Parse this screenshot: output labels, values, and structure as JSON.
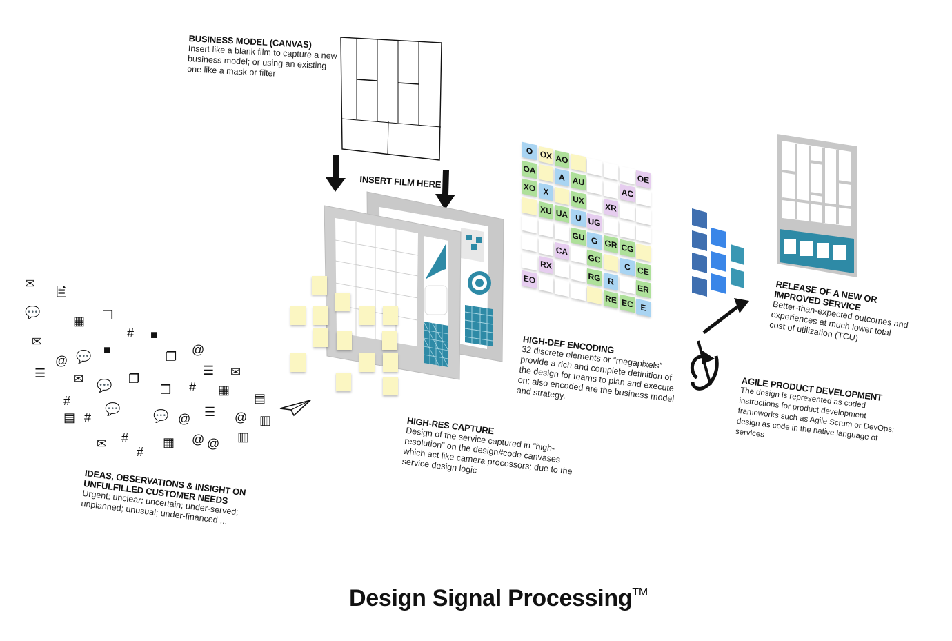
{
  "title": "Design Signal Processing",
  "title_mark": "TM",
  "captions": {
    "canvas": {
      "heading": "BUSINESS MODEL (CANVAS)",
      "lines": [
        "Insert like a blank film to capture a new",
        "business model; or using an existing",
        "one like a mask or filter"
      ]
    },
    "insert_film": "INSERT FILM HERE",
    "ideas": {
      "heading_lines": [
        "IDEAS, OBSERVATIONS & INSIGHT ON",
        "UNFULFILLED CUSTOMER NEEDS"
      ],
      "lines": [
        "Urgent; unclear; uncertain; under-served;",
        "unplanned; unusual; under-financed ..."
      ]
    },
    "capture": {
      "heading": "HIGH-RES CAPTURE",
      "lines": [
        "Design of the service captured in “high-",
        "resolution” on the design#code canvases",
        "which act like camera processors; due to the",
        "service design logic"
      ]
    },
    "encoding": {
      "heading": "HIGH-DEF ENCODING",
      "lines": [
        "32 discrete elements or “megapixels”",
        "provide a rich and complete definition of",
        "the design for teams to plan and execute",
        "on; also encoded are the business model",
        "and strategy."
      ]
    },
    "agile": {
      "heading": "AGILE PRODUCT DEVELOPMENT",
      "lines": [
        "The design is represented as coded",
        "instructions for product development",
        "frameworks such as Agile Scrum or DevOps;",
        "design as code in the native language of",
        "services"
      ]
    },
    "release": {
      "heading_lines": [
        "RELEASE OF A NEW OR",
        "IMPROVED SERVICE"
      ],
      "lines": [
        "Better-than-expected outcomes and",
        "experiences at much lower total",
        "cost of utilization (TCU)"
      ]
    }
  },
  "colors": {
    "blue": "#a9d4f2",
    "green": "#aee09a",
    "purple": "#e6cdef",
    "yellow": "#fbf6c2",
    "white": "#ffffff",
    "teal": "#2e8aa6",
    "block_blue": "#3f6fb0",
    "block_bright": "#3a86e8",
    "block_teal": "#3a97b3",
    "gray_film": "#cfcfcf"
  },
  "encoding_grid": [
    [
      [
        "O",
        "blue"
      ],
      [
        "OX",
        "yellow"
      ],
      [
        "AO",
        "green"
      ],
      [
        "",
        "yellow"
      ],
      [
        "",
        "white"
      ],
      [
        "",
        "white"
      ],
      [
        "",
        "white"
      ],
      [
        "OE",
        "purple"
      ]
    ],
    [
      [
        "OA",
        "green"
      ],
      [
        "",
        "yellow"
      ],
      [
        "A",
        "blue"
      ],
      [
        "AU",
        "green"
      ],
      [
        "",
        "white"
      ],
      [
        "",
        "white"
      ],
      [
        "AC",
        "purple"
      ],
      [
        "",
        "white"
      ]
    ],
    [
      [
        "XO",
        "green"
      ],
      [
        "X",
        "blue"
      ],
      [
        "",
        "yellow"
      ],
      [
        "UX",
        "green"
      ],
      [
        "",
        "white"
      ],
      [
        "XR",
        "purple"
      ],
      [
        "",
        "white"
      ],
      [
        "",
        "white"
      ]
    ],
    [
      [
        "",
        "yellow"
      ],
      [
        "XU",
        "green"
      ],
      [
        "UA",
        "green"
      ],
      [
        "U",
        "blue"
      ],
      [
        "UG",
        "purple"
      ],
      [
        "",
        "white"
      ],
      [
        "",
        "white"
      ],
      [
        "",
        "white"
      ]
    ],
    [
      [
        "",
        "white"
      ],
      [
        "",
        "white"
      ],
      [
        "",
        "white"
      ],
      [
        "GU",
        "green"
      ],
      [
        "G",
        "blue"
      ],
      [
        "GR",
        "green"
      ],
      [
        "CG",
        "green"
      ],
      [
        "",
        "yellow"
      ]
    ],
    [
      [
        "",
        "white"
      ],
      [
        "",
        "white"
      ],
      [
        "CA",
        "purple"
      ],
      [
        "",
        "white"
      ],
      [
        "GC",
        "green"
      ],
      [
        "",
        "yellow"
      ],
      [
        "C",
        "blue"
      ],
      [
        "CE",
        "green"
      ]
    ],
    [
      [
        "",
        "white"
      ],
      [
        "RX",
        "purple"
      ],
      [
        "",
        "white"
      ],
      [
        "",
        "white"
      ],
      [
        "RG",
        "green"
      ],
      [
        "R",
        "blue"
      ],
      [
        "",
        "white"
      ],
      [
        "ER",
        "green"
      ]
    ],
    [
      [
        "EO",
        "purple"
      ],
      [
        "",
        "white"
      ],
      [
        "",
        "white"
      ],
      [
        "",
        "white"
      ],
      [
        "",
        "yellow"
      ],
      [
        "RE",
        "green"
      ],
      [
        "EC",
        "green"
      ],
      [
        "E",
        "blue"
      ]
    ]
  ],
  "idea_icons": [
    "envelope-icon",
    "document-icon",
    "speech-bubble-icon",
    "calendar-icon",
    "copy-icon",
    "hash-icon",
    "video-camera-icon",
    "envelope-icon",
    "at-sign-icon",
    "speech-bubble-icon",
    "video-camera-icon",
    "copy-icon",
    "at-sign-icon",
    "list-icon",
    "envelope-icon",
    "speech-bubble-icon",
    "copy-icon",
    "copy-icon",
    "hash-icon",
    "list-icon",
    "envelope-icon",
    "hash-icon",
    "speech-bubble-icon",
    "hash-icon",
    "speech-bubble-icon",
    "at-sign-icon",
    "list-icon",
    "calendar-icon",
    "at-sign-icon",
    "map-icon",
    "bar-chart-icon",
    "hash-icon",
    "envelope-icon",
    "hash-icon",
    "at-sign-icon",
    "calendar-icon",
    "at-sign-icon",
    "bar-chart-icon",
    "map-icon"
  ],
  "glyphs": {
    "envelope-icon": "✉",
    "document-icon": "🗎",
    "speech-bubble-icon": "💬",
    "calendar-icon": "▦",
    "copy-icon": "❐",
    "hash-icon": "#",
    "video-camera-icon": "■",
    "at-sign-icon": "@",
    "list-icon": "☰",
    "map-icon": "▤",
    "bar-chart-icon": "▥"
  }
}
